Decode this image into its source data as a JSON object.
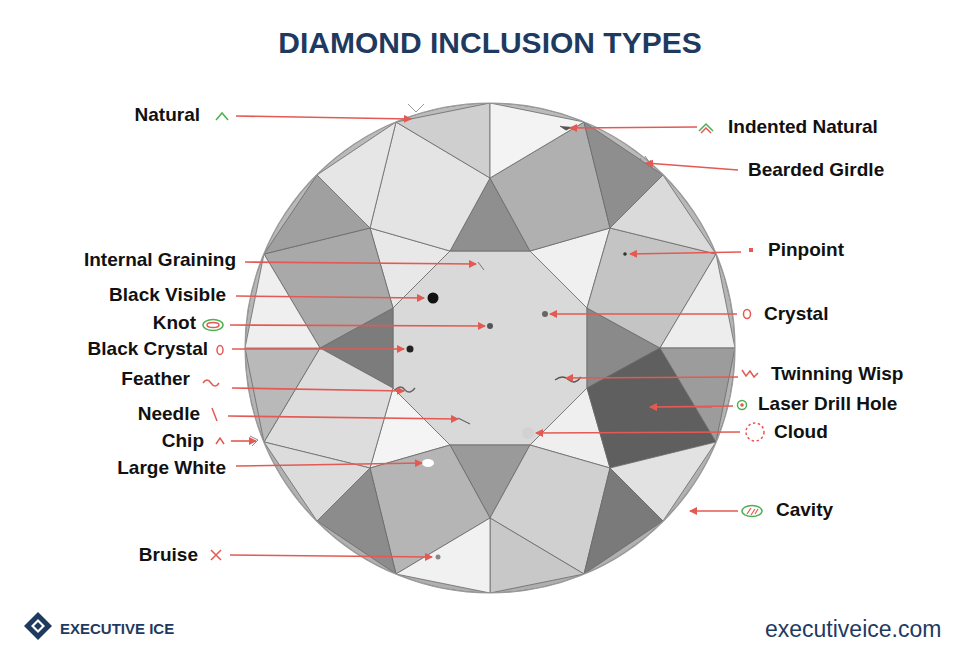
{
  "diagram": {
    "title": "DIAMOND INCLUSION TYPES",
    "labels": [
      "Natural",
      "Indented Natural",
      "Bearded Girdle",
      "Internal Graining",
      "Pinpoint",
      "Black Visible",
      "Knot",
      "Crystal",
      "Black Crystal",
      "Feather",
      "Twinning Wisp",
      "Needle",
      "Laser Drill Hole",
      "Chip",
      "Cloud",
      "Large White",
      "Cavity",
      "Bruise",
      "EXECUTIVE ICE",
      "executiveice.com"
    ]
  }
}
